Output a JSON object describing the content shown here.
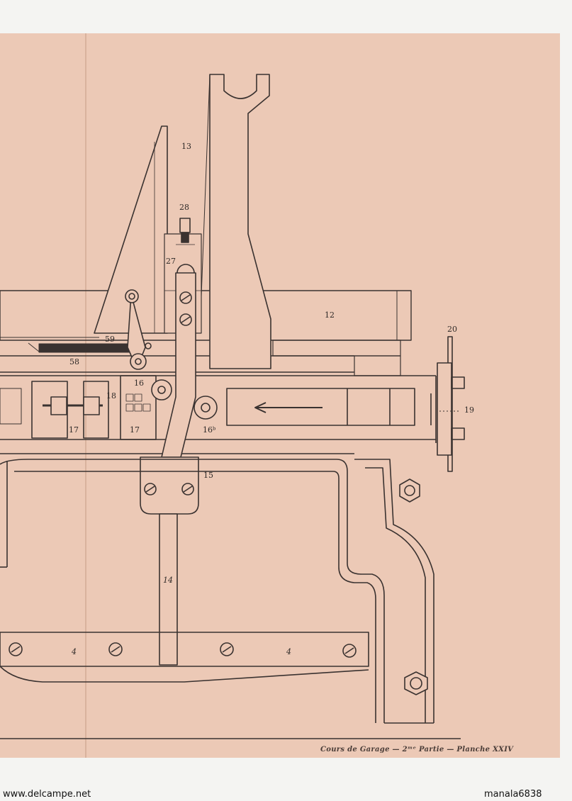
{
  "labels": {
    "l13": "13",
    "l28": "28",
    "l27": "27",
    "l12": "12",
    "l20": "20",
    "l59": "59",
    "l58": "58",
    "l16": "16",
    "l18": "18",
    "l17a": "17",
    "l17b": "17",
    "l16b": "16ᵇ",
    "l19": "19",
    "l15": "15",
    "l14": "14",
    "l4a": "4",
    "l4b": "4"
  },
  "caption": "Cours de Garage — 2ᵐᵉ Partie — Planche XXIV",
  "watermark": {
    "left": "www.delcampe.net",
    "right": "manala6838"
  }
}
